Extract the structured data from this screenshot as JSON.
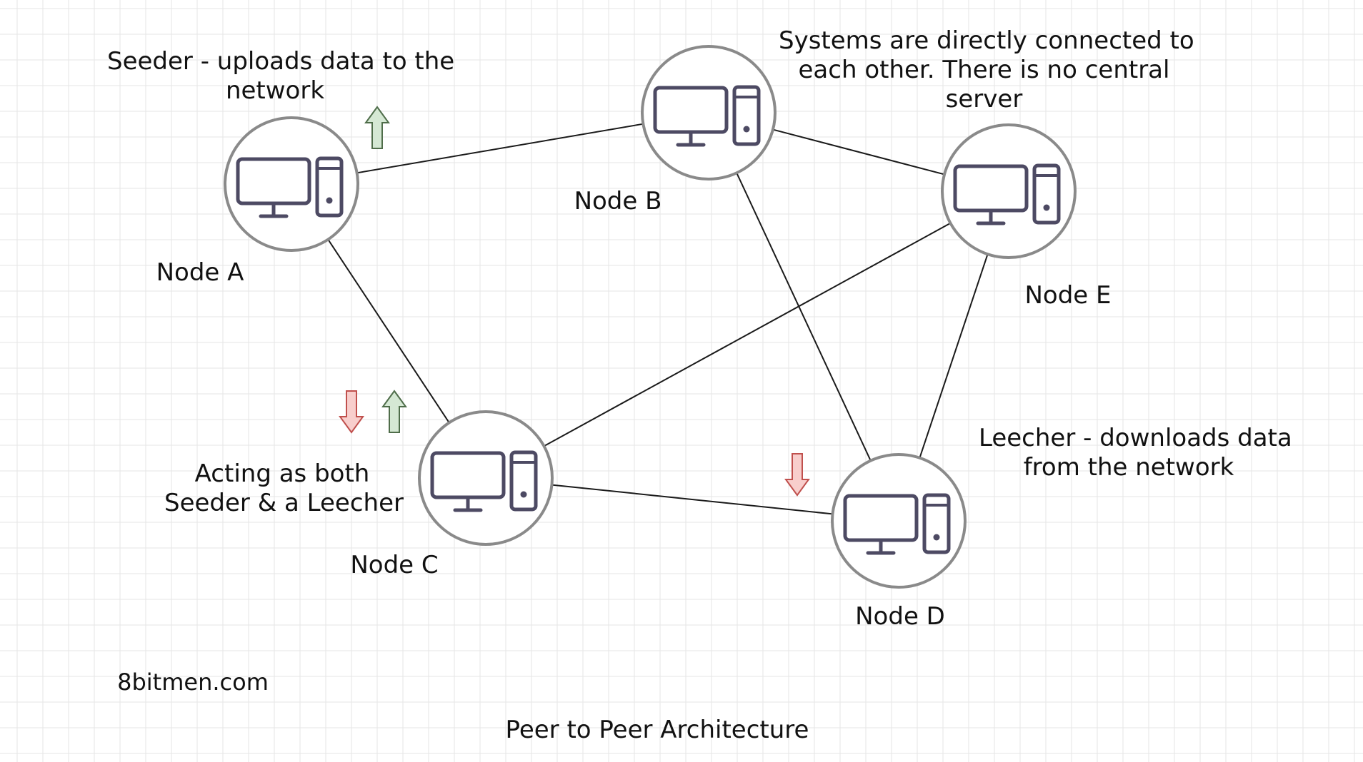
{
  "diagram": {
    "title": "Peer to Peer Architecture",
    "watermark": "8bitmen.com",
    "nodes": [
      {
        "id": "A",
        "label": "Node A"
      },
      {
        "id": "B",
        "label": "Node B"
      },
      {
        "id": "C",
        "label": "Node C"
      },
      {
        "id": "D",
        "label": "Node D"
      },
      {
        "id": "E",
        "label": "Node E"
      }
    ],
    "edges": [
      [
        "A",
        "B"
      ],
      [
        "A",
        "C"
      ],
      [
        "B",
        "E"
      ],
      [
        "B",
        "D"
      ],
      [
        "C",
        "E"
      ],
      [
        "C",
        "D"
      ],
      [
        "E",
        "D"
      ]
    ],
    "annotations": {
      "seeder_line1": "Seeder - uploads data to the",
      "seeder_line2": "network",
      "systems_line1": "Systems are directly connected to",
      "systems_line2": "each other. There is no central",
      "systems_line3": "server",
      "both_line1": "Acting as both",
      "both_line2": "Seeder & a Leecher",
      "leecher_line1": "Leecher - downloads data",
      "leecher_line2": "from the network"
    },
    "arrows": [
      {
        "near": "A",
        "direction": "up",
        "meaning": "upload"
      },
      {
        "near": "C",
        "direction": "down",
        "meaning": "download"
      },
      {
        "near": "C",
        "direction": "up",
        "meaning": "upload"
      },
      {
        "near": "D",
        "direction": "down",
        "meaning": "download"
      }
    ],
    "colors": {
      "grid": "#e6e6e6",
      "node_stroke": "#8a8a8a",
      "computer": "#4d4a63",
      "edge": "#1a1a1a",
      "upload_fill": "#d5e8d4",
      "upload_stroke": "#4f6d4a",
      "download_fill": "#f8cecc",
      "download_stroke": "#c0504d"
    }
  }
}
